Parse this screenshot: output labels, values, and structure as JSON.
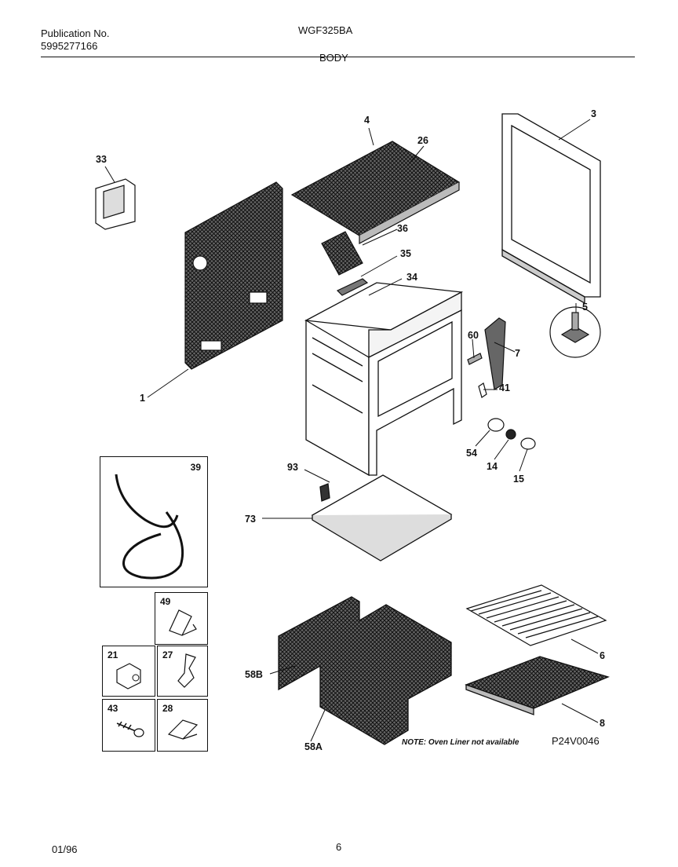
{
  "header": {
    "publication_label": "Publication No.",
    "publication_number": "5995277166",
    "model": "WGF325BA",
    "section": "BODY"
  },
  "footer": {
    "date": "01/96",
    "page": "6"
  },
  "diagram_code": "P24V0046",
  "note": "NOTE: Oven Liner not available",
  "part_labels": {
    "p1": "1",
    "p3": "3",
    "p4": "4",
    "p5": "5",
    "p6": "6",
    "p7": "7",
    "p8": "8",
    "p14": "14",
    "p15": "15",
    "p26": "26",
    "p33": "33",
    "p34": "34",
    "p35": "35",
    "p36": "36",
    "p41": "41",
    "p54": "54",
    "p58a": "58A",
    "p58b": "58B",
    "p60": "60",
    "p73": "73",
    "p93": "93"
  },
  "boxes": {
    "b39": "39",
    "b49": "49",
    "b21": "21",
    "b27": "27",
    "b43": "43",
    "b28": "28"
  }
}
